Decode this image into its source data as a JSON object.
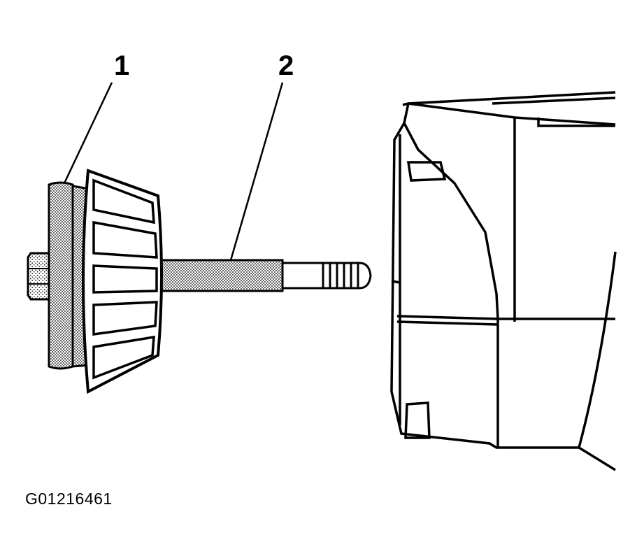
{
  "callouts": [
    {
      "number": "1"
    },
    {
      "number": "2"
    }
  ],
  "figure_id": "G01216461",
  "colors": {
    "line": "#000000",
    "background": "#ffffff",
    "shading": "#7a7a7a"
  }
}
